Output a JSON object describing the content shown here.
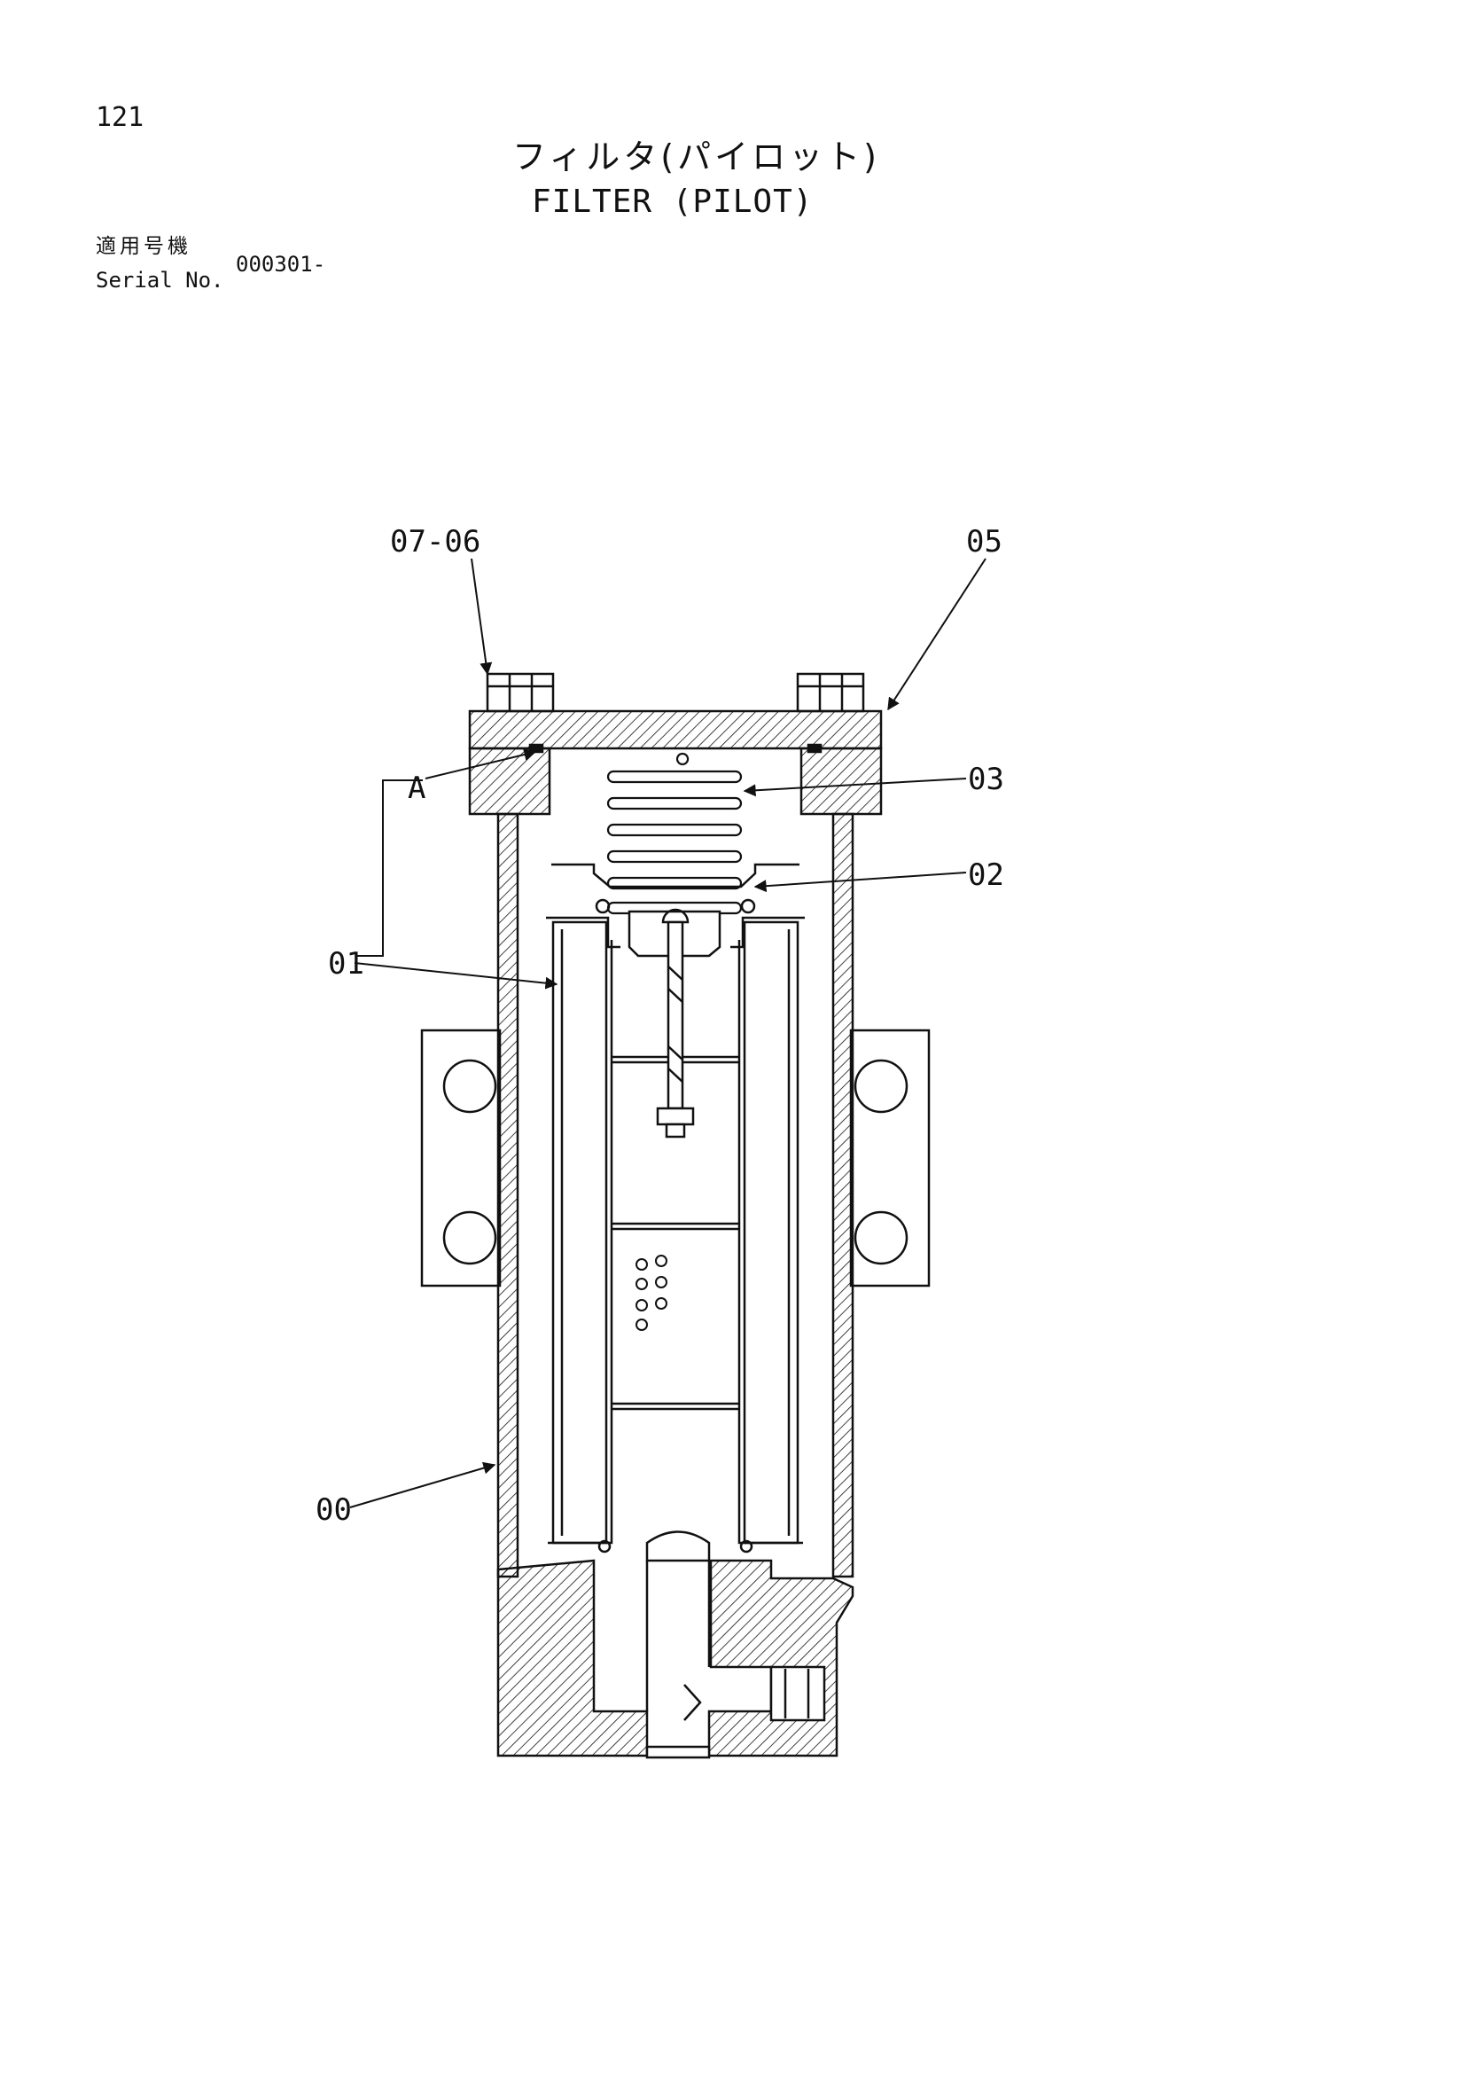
{
  "page_number": "121",
  "title_jp": "フィルタ(パイロット)",
  "title_en": "FILTER (PILOT)",
  "serial": {
    "label_jp": "適用号機",
    "label_en": "Serial No.",
    "value": "000301-"
  },
  "callouts": {
    "c0706": "07-06",
    "c05": "05",
    "c03": "03",
    "c02": "02",
    "c01": "01",
    "c00": "00",
    "cA": "A"
  }
}
